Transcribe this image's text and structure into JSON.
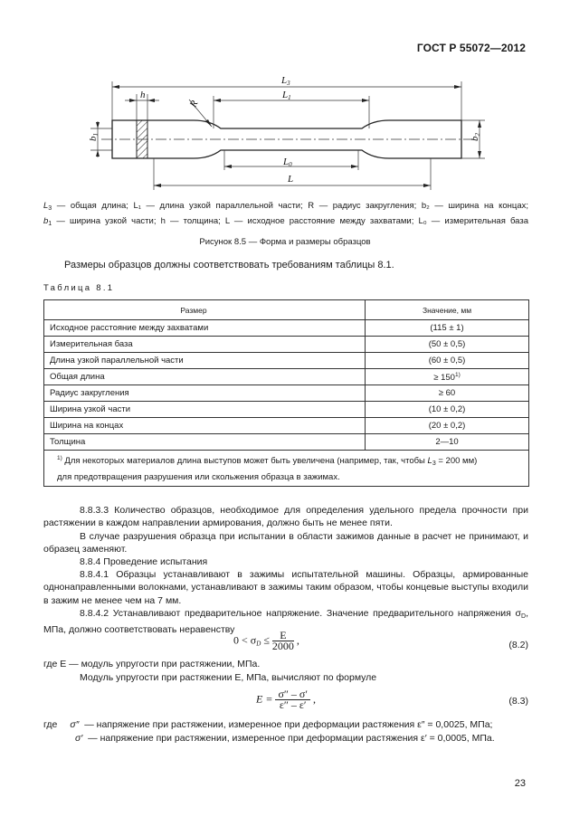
{
  "header": {
    "standard": "ГОСТ Р 55072—2012"
  },
  "figure": {
    "labels": {
      "L3": "L",
      "L3_sub": "3",
      "L1": "L",
      "L1_sub": "1",
      "L0": "L",
      "L0_sub": "0",
      "L": "L",
      "h": "h",
      "R": "R",
      "b1": "b",
      "b1_sub": "1",
      "b2": "b",
      "b2_sub": "2"
    },
    "legend_line1": "— общая длина; L₁ — длина узкой параллельной части; R — радиус закругления; b₂ — ширина на концах;",
    "legend_line2": "— ширина узкой части; h — толщина; L — исходное расстояние между захватами; L₀ — измерительная база",
    "legend_line1_start": "L",
    "legend_line1_start_sub": "3",
    "legend_line2_start": "b",
    "legend_line2_start_sub": "1",
    "caption": "Рисунок 8.5 — Форма и размеры образцов"
  },
  "intro": "Размеры образцов должны соответствовать требованиям таблицы 8.1.",
  "table": {
    "title": "Таблица 8.1",
    "col_size": "Размер",
    "col_value": "Значение, мм",
    "rows": [
      {
        "label": "Исходное расстояние между захватами",
        "value": "(115 ± 1)"
      },
      {
        "label": "Измерительная база",
        "value": "(50 ± 0,5)"
      },
      {
        "label": "Длина узкой параллельной части",
        "value": "(60 ± 0,5)"
      },
      {
        "label": "Общая длина",
        "value": "≥ 150",
        "sup": "1)"
      },
      {
        "label": "Радиус закругления",
        "value": "≥ 60"
      },
      {
        "label": "Ширина узкой части",
        "value": "(10 ± 0,2)"
      },
      {
        "label": "Ширина на концах",
        "value": "(20 ± 0,2)"
      },
      {
        "label": "Толщина",
        "value": "2—10"
      }
    ],
    "footnote_mark": "1)",
    "footnote_a": " Для некоторых материалов длина выступов может быть увеличена (например, так, чтобы ",
    "footnote_L": "L",
    "footnote_L_sub": "3",
    "footnote_b": " = 200 мм)",
    "footnote_c": "для предотвращения разрушения или скольжения образца в зажимах."
  },
  "paragraphs": {
    "p1": "8.8.3.3 Количество образцов, необходимое для определения удельного предела прочности при растяжении в каждом направлении армирования, должно быть не менее пяти.",
    "p2": "В случае разрушения образца при испытании в области зажимов данные в расчет не принимают, и образец заменяют.",
    "p3": "8.8.4 Проведение испытания",
    "p4": "8.8.4.1 Образцы устанавливают в зажимы испытательной машины. Образцы, армированные однонаправленными волокнами, устанавливают в зажимы таким образом, чтобы концевые выступы входили в зажим не менее чем на 7 мм.",
    "p5a": "8.8.4.2 Устанавливают предварительное напряжение. Значение предварительного напряжения σ",
    "p5_sub": "D",
    "p5b": ", МПа, должно соответствовать неравенству"
  },
  "formula_82": {
    "left": "0 < σ",
    "sub": "D",
    "rel": " ≤ ",
    "num": "E",
    "den": "2000",
    "tail": " ,",
    "number": "(8.2)"
  },
  "where_E": "где E — модуль упругости при растяжении, МПа.",
  "p6": "Модуль упругости при растяжении E, МПа, вычисляют по формуле",
  "formula_83": {
    "lhs": "E = ",
    "num": "σ″ – σ′",
    "den": "ε″ – ε′",
    "tail": " ,",
    "number": "(8.3)"
  },
  "where_lines": {
    "w1_prefix": "где",
    "w1_sym": "σ″",
    "w1_text": "— напряжение при растяжении, измеренное при деформации растяжения ε″ = 0,0025, МПа;",
    "w2_sym": "σ′",
    "w2_text": "— напряжение при растяжении, измеренное при деформации растяжения ε′ = 0,0005, МПа."
  },
  "page_number": "23"
}
